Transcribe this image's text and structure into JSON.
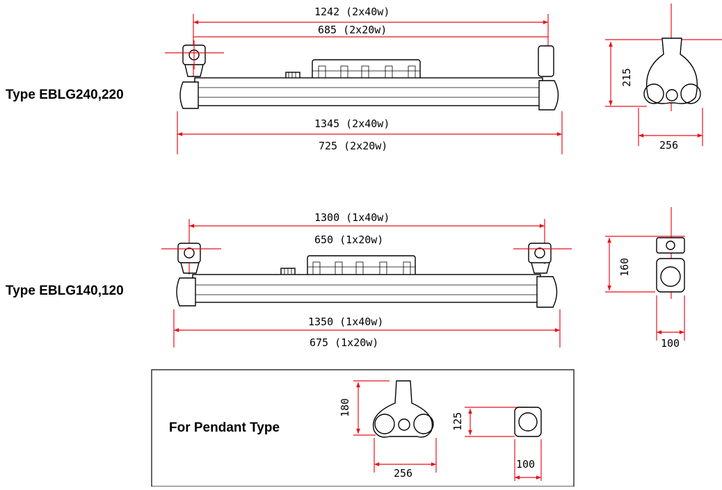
{
  "types": {
    "top_label": "Type EBLG240,220",
    "middle_label": "Type EBLG140,120",
    "pendant_label": "For Pendant Type"
  },
  "top_view": {
    "dim_upper_1": "1242 (2x40w)",
    "dim_upper_2": "685 (2x20w)",
    "dim_lower_1": "1345 (2x40w)",
    "dim_lower_2": "725 (2x20w)",
    "side_height": "215",
    "side_width": "256"
  },
  "middle_view": {
    "dim_upper_1": "1300 (1x40w)",
    "dim_upper_2": "650 (1x20w)",
    "dim_lower_1": "1350 (1x40w)",
    "dim_lower_2": "675 (1x20w)",
    "side_height": "160",
    "side_width": "100"
  },
  "pendant": {
    "triple_height": "180",
    "triple_width": "256",
    "single_height": "125",
    "single_width": "100"
  },
  "colors": {
    "dimension_line": "#e8121c",
    "outline": "#000000"
  }
}
